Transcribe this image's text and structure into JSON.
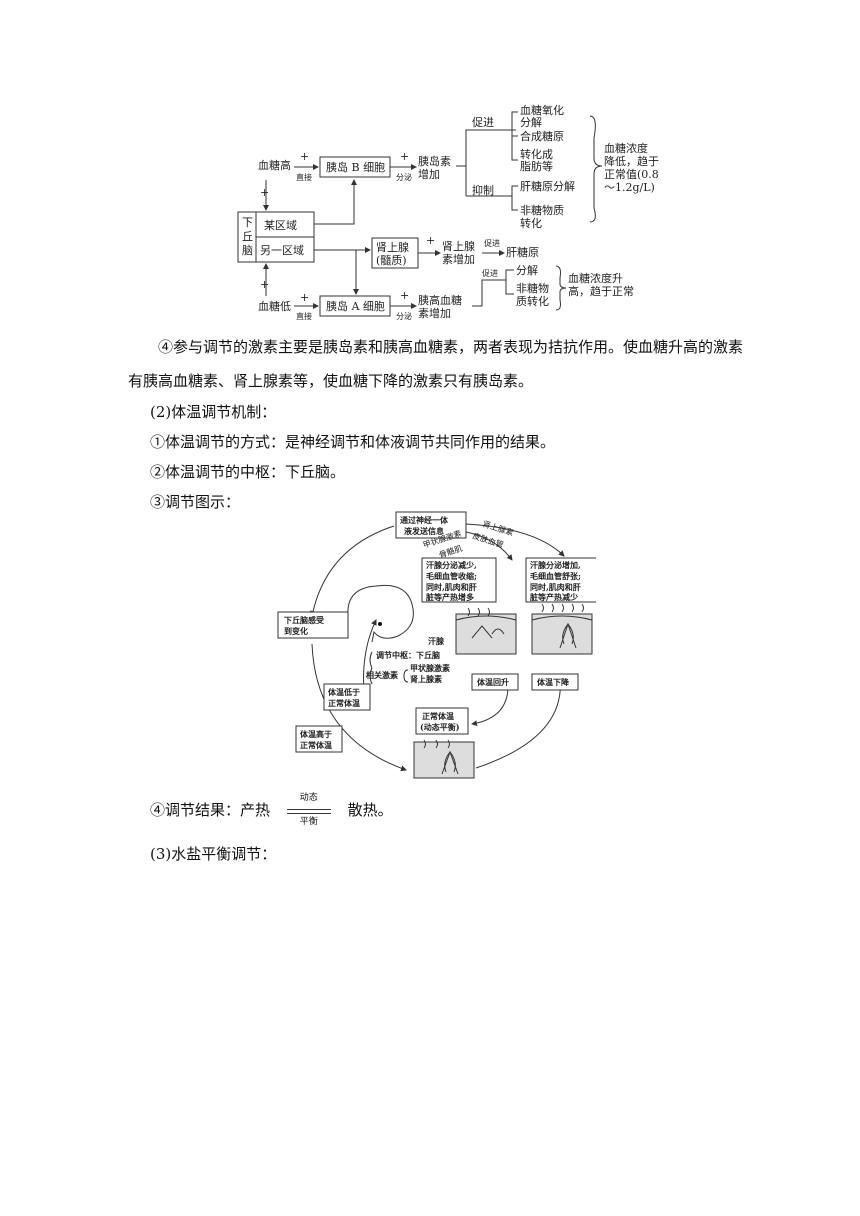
{
  "sugar_diagram": {
    "high_glucose": "血糖高",
    "low_glucose": "血糖低",
    "plus": "+",
    "direct": "直接",
    "secrete": "分泌",
    "beta_cell": "胰岛 B 细胞",
    "alpha_cell": "胰岛 A 细胞",
    "insulin_up_1": "胰岛素",
    "insulin_up_2": "增加",
    "glucagon_up_1": "胰高血糖",
    "glucagon_up_2": "素增加",
    "promote": "促进",
    "inhibit": "抑制",
    "ox_1": "血糖氧化",
    "ox_2": "分解",
    "glycogen_syn": "合成糖原",
    "fat_1": "转化成",
    "fat_2": "脂肪等",
    "liver_decomp": "肝糖原分解",
    "nonsugar_1": "非糖物质",
    "nonsugar_2": "转化",
    "result_low_1": "血糖浓度",
    "result_low_2": "降低，趋于",
    "result_low_3": "正常值(0.8",
    "result_low_4": "～1.2g/L)",
    "hypo_1": "下",
    "hypo_2": "丘",
    "hypo_3": "脑",
    "region_a": "某区域",
    "region_b": "另一区域",
    "adrenal_1": "肾上腺",
    "adrenal_2": "(髓质)",
    "adren_up_1": "肾上腺",
    "adren_up_2": "素增加",
    "liver_glycogen": "肝糖原",
    "decomp": "分解",
    "nonsugar_b_1": "非糖物",
    "nonsugar_b_2": "质转化",
    "result_high_1": "血糖浓度升",
    "result_high_2": "高，趋于正常"
  },
  "para4": "④参与调节的激素主要是胰岛素和胰高血糖素，两者表现为拮抗作用。使血糖升高的激素有胰高血糖素、肾上腺素等，使血糖下降的激素只有胰岛素。",
  "temp_heading": "(2)体温调节机制：",
  "temp_mode": "①体温调节的方式：是神经调节和体液调节共同作用的结果。",
  "temp_center": "②体温调节的中枢：下丘脑。",
  "temp_figure_label": "③调节图示：",
  "temp_diagram": {
    "nerve_humoral_1": "通过神经一体",
    "nerve_humoral_2": "液发送信息",
    "arc_1": "肾上腺素",
    "arc_2": "甲状腺激素",
    "arc_3": "皮肤血管",
    "arc_4": "骨骼肌",
    "left_box_1": "汗腺分泌减少,",
    "left_box_2": "毛细血管收缩;",
    "left_box_3": "同时,肌肉和肝",
    "left_box_4": "脏等产热增多",
    "right_box_1": "汗腺分泌增加,",
    "right_box_2": "毛细血管舒张;",
    "right_box_3": "同时,肌肉和肝",
    "right_box_4": "脏等产热减少",
    "hypothalamus_1": "下丘脑感受",
    "hypothalamus_2": "到变化",
    "sweat_gland": "汗腺",
    "center": "调节中枢：下丘脑",
    "related_hormone": "相关激素",
    "thyroid": "甲状腺激素",
    "adrenaline": "肾上腺素",
    "temp_rise": "体温回升",
    "temp_fall": "体温下降",
    "below_normal_1": "体温低于",
    "below_normal_2": "正常体温",
    "above_normal_1": "体温高于",
    "above_normal_2": "正常体温",
    "normal_1": "正常体温",
    "normal_2": "(动态平衡)"
  },
  "result_prefix": "④调节结果：产热",
  "dyn_top": "动态",
  "dyn_bot": "平衡",
  "result_suffix": "散热。",
  "water_salt": "(3)水盐平衡调节："
}
